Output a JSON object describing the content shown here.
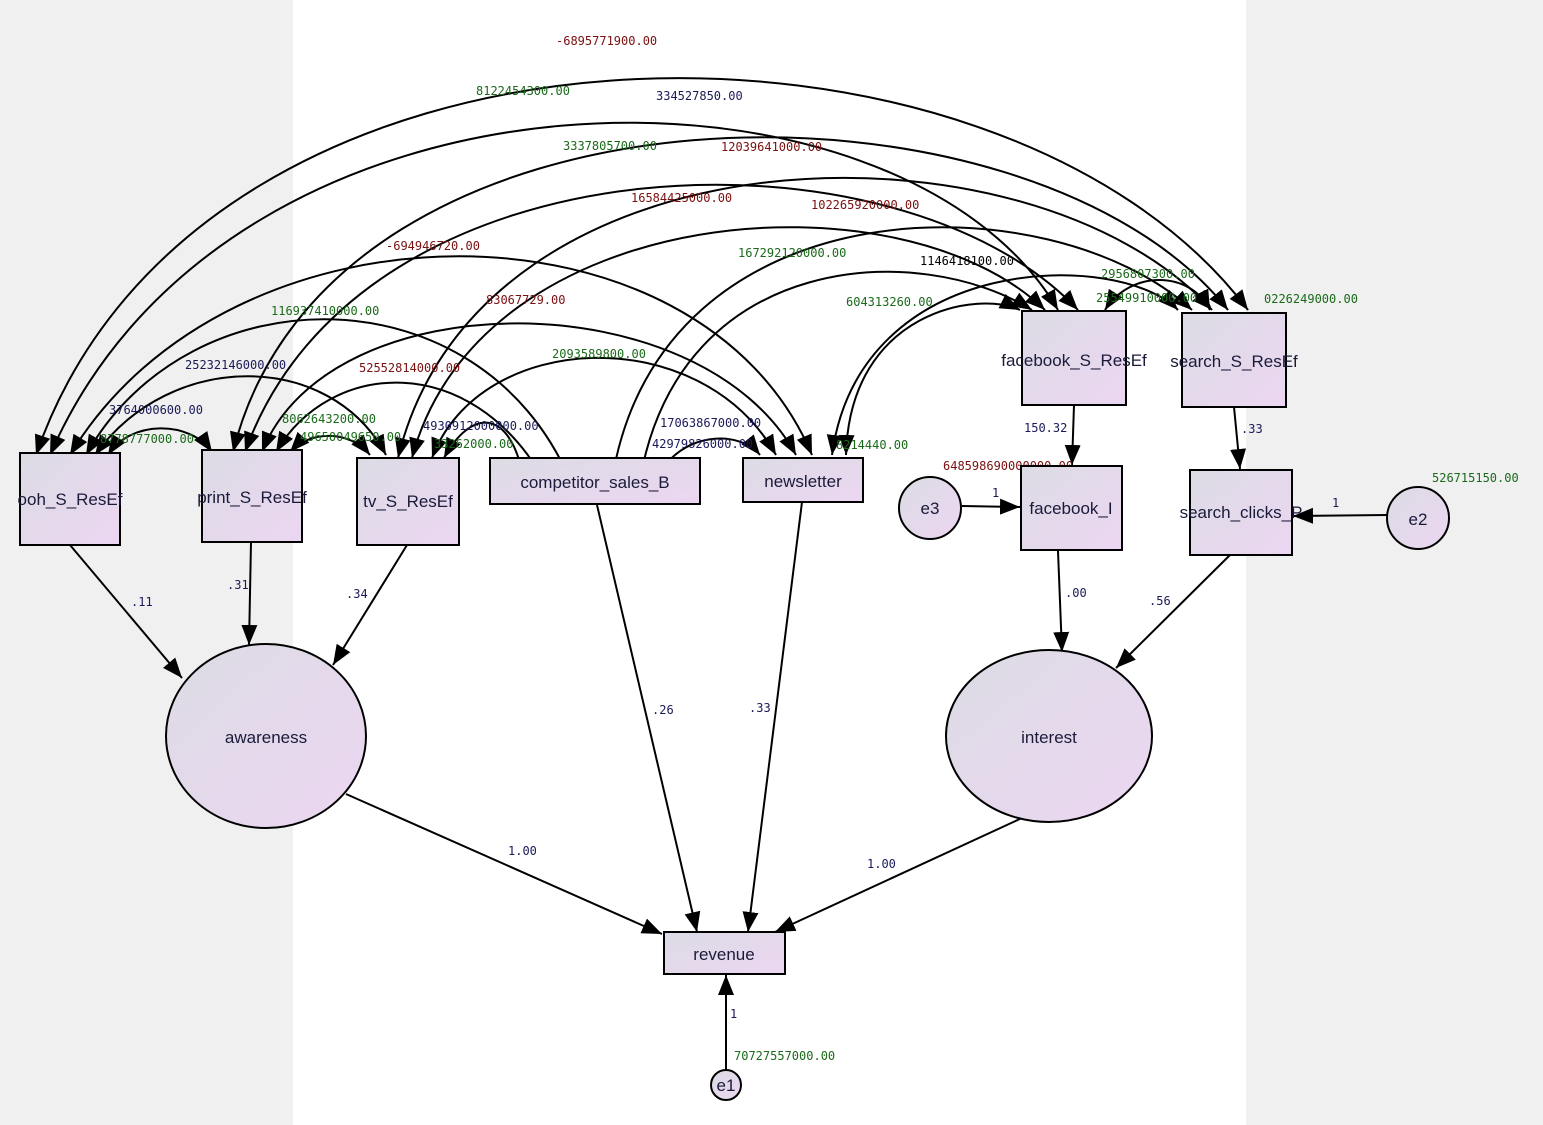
{
  "colors": {
    "edge": "#000000",
    "label_red": "#7a1010",
    "label_green": "#1a6a1a",
    "label_navy": "#1a1a5a",
    "node_fill_light": "#e2e2ea",
    "node_fill_pink": "#ead8f0"
  },
  "nodes": {
    "ooh": "ooh_S_ResEf",
    "print": "print_S_ResEf",
    "tv": "tv_S_ResEf",
    "competitor": "competitor_sales_B",
    "newsletter": "newsletter",
    "facebook_s": "facebook_S_ResEf",
    "search_s": "search_S_ResEf",
    "facebook_i": "facebook_I",
    "search_clicks": "search_clicks_P",
    "awareness": "awareness",
    "interest": "interest",
    "revenue": "revenue",
    "e1": "e1",
    "e2": "e2",
    "e3": "e3"
  },
  "paths": {
    "ooh_awareness": ".11",
    "print_awareness": ".31",
    "tv_awareness": ".34",
    "competitor_revenue": ".26",
    "newsletter_revenue": ".33",
    "facebook_s_facebook_i": "150.32",
    "search_s_search_clicks": ".33",
    "facebook_i_interest": ".00",
    "search_clicks_interest": ".56",
    "awareness_revenue": "1.00",
    "interest_revenue": "1.00",
    "e1_revenue": "1",
    "e2_search_clicks": "1",
    "e3_facebook_i": "1"
  },
  "variances": {
    "e1": "70727557000.00",
    "e2": "526715150.00",
    "e3": "648598690000000.00",
    "newsletter": "8214440.00"
  },
  "covariances": [
    "-6895771900.00",
    "8122454300.00",
    "334527850.00",
    "3337805700.00",
    "12039641000.00",
    "16584425000.00",
    "102265920000.00",
    "-694946720.00",
    "167292120000.00",
    "1146418100.00",
    "2956807300.00",
    "25549910000.00",
    "0226249000.00",
    "604313260.00",
    "116937410000.00",
    "83067729.00",
    "25232146000.00",
    "52552814000.00",
    "2093589800.00",
    "3764000600.00",
    "8062643200.00",
    "4930912000000.00",
    "17063867000.00",
    "8778777000.00",
    "49650049650.00",
    "42979826000.00",
    "33262000.00"
  ]
}
